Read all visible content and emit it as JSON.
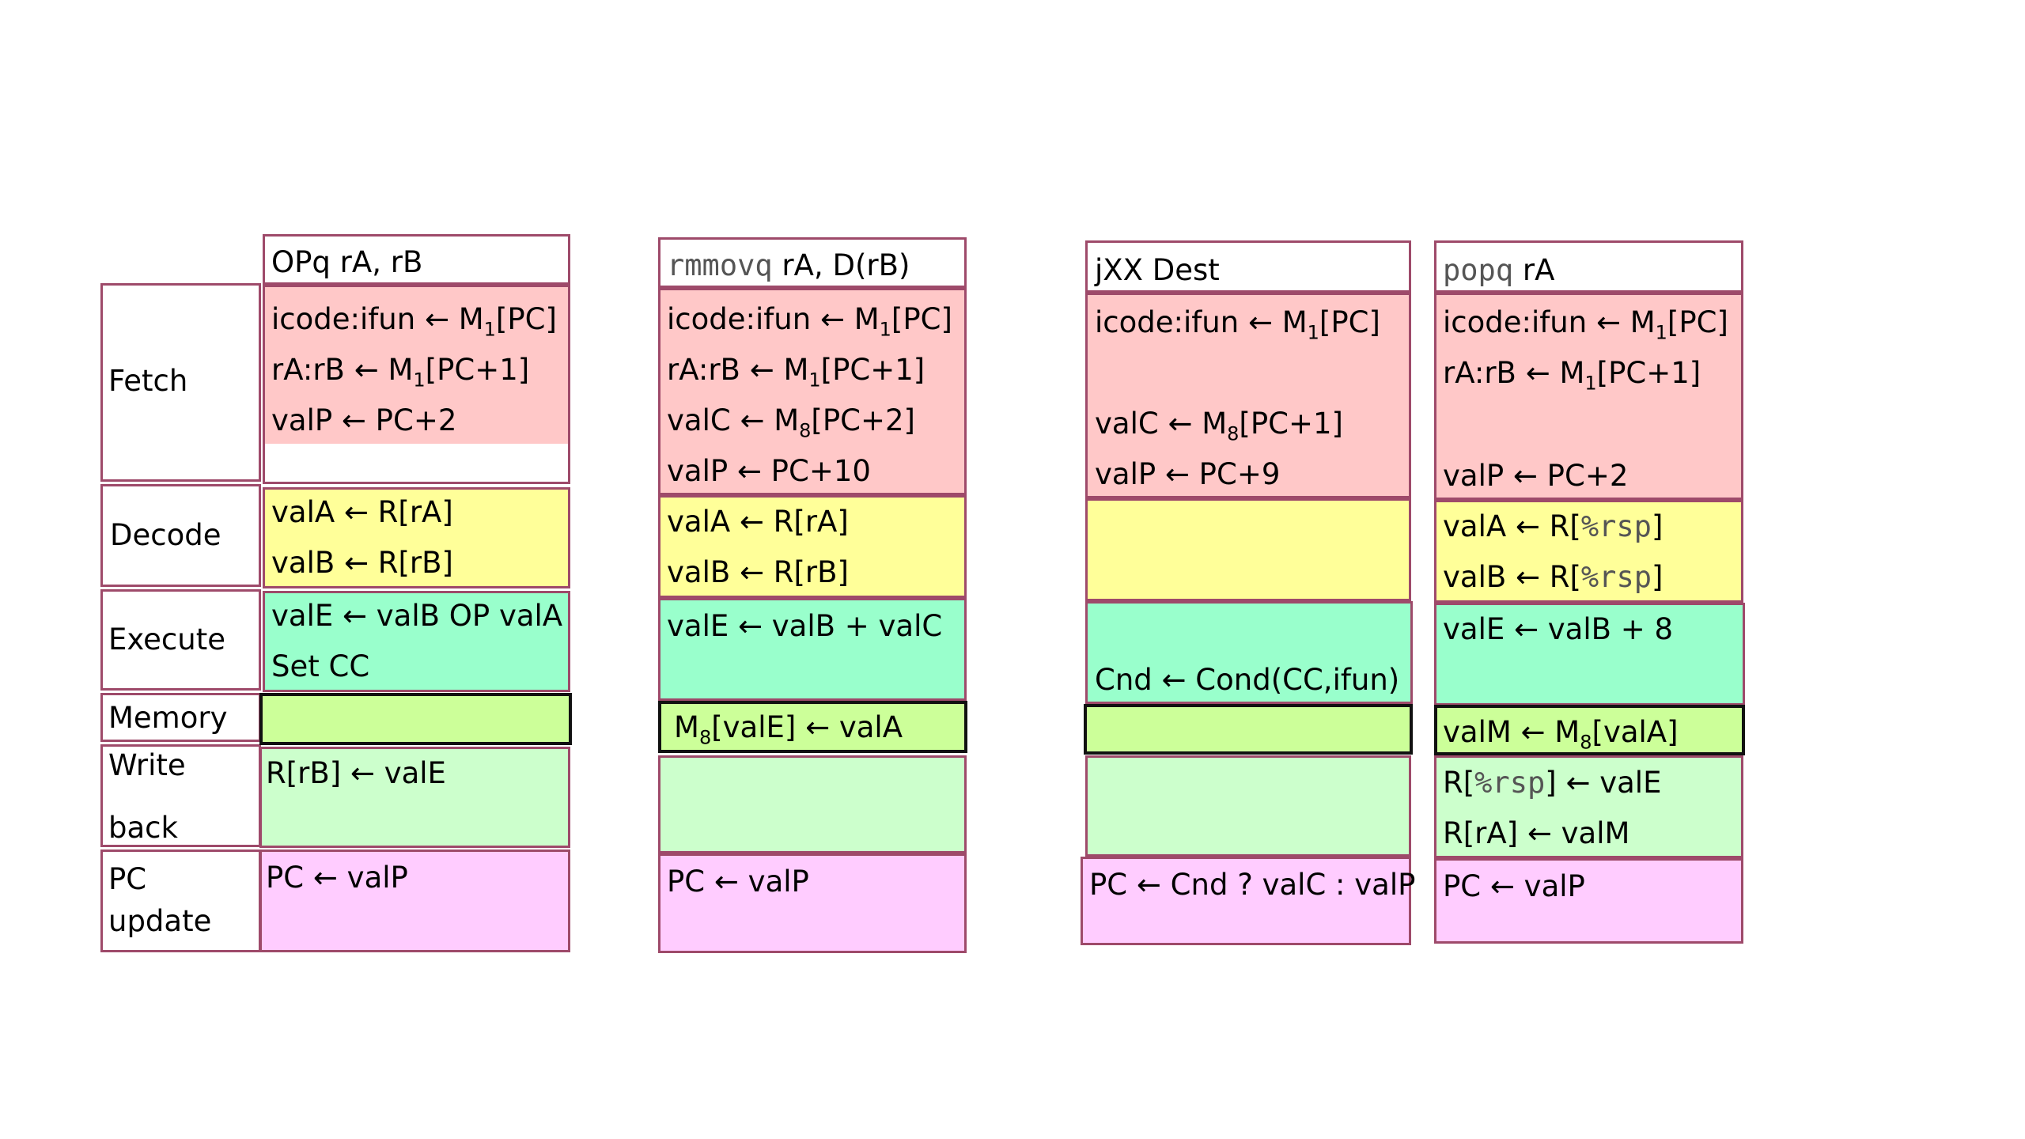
{
  "stage_labels": {
    "fetch": "Fetch",
    "decode": "Decode",
    "execute": "Execute",
    "memory": "Memory",
    "write_1": "Write",
    "write_2": "back",
    "pc_1": "PC",
    "pc_2": "update"
  },
  "col1": {
    "h_1": "OPq rA, rB",
    "f1_a": "icode:ifun ← M",
    "f1_s": "1",
    "f1_b": "[PC]",
    "f2_a": "rA:rB ← M",
    "f2_s": "1",
    "f2_b": "[PC+1]",
    "f3": "valP ← PC+2",
    "d1": "valA ← R[rA]",
    "d2": "valB ← R[rB]",
    "e1": "valE ← valB OP valA",
    "e2": "Set CC",
    "w1": "R[rB] ← valE",
    "p1": "PC ← valP"
  },
  "col2": {
    "h_mono": "rmmovq",
    "h_rest": " rA, D(rB)",
    "f1_a": "icode:ifun ← M",
    "f1_s": "1",
    "f1_b": "[PC]",
    "f2_a": "rA:rB ← M",
    "f2_s": "1",
    "f2_b": "[PC+1]",
    "f3_a": "valC ← M",
    "f3_s": "8",
    "f3_b": "[PC+2]",
    "f4": "valP ← PC+10",
    "d1": "valA ← R[rA]",
    "d2": "valB ← R[rB]",
    "e1": "valE ← valB + valC",
    "m_a": "M",
    "m_s": "8",
    "m_b": "[valE] ← valA",
    "p1": "PC ← valP"
  },
  "col3": {
    "h_1": "jXX Dest",
    "f1_a": "icode:ifun ← M",
    "f1_s": "1",
    "f1_b": "[PC]",
    "f3_a": "valC ← M",
    "f3_s": "8",
    "f3_b": "[PC+1]",
    "f4": "valP ← PC+9",
    "e2": "Cnd ← Cond(CC,ifun)",
    "p1": "PC ← Cnd ? valC : valP"
  },
  "col4": {
    "h_mono": "popq",
    "h_rest": " rA",
    "f1_a": "icode:ifun ← M",
    "f1_s": "1",
    "f1_b": "[PC]",
    "f2_a": "rA:rB ← M",
    "f2_s": "1",
    "f2_b": "[PC+1]",
    "f4": "valP ← PC+2",
    "d1_a": "valA ← R[",
    "d1_m": "%rsp",
    "d1_b": "]",
    "d2_a": "valB ← R[",
    "d2_m": "%rsp",
    "d2_b": "]",
    "e1": "valE ← valB + 8",
    "m_a": "valM ← M",
    "m_s": "8",
    "m_b": "[valA]",
    "w1_a": "R[",
    "w1_m": "%rsp",
    "w1_b": "] ← valE",
    "w2": "R[rA] ← valM",
    "p1": "PC ← valP"
  }
}
